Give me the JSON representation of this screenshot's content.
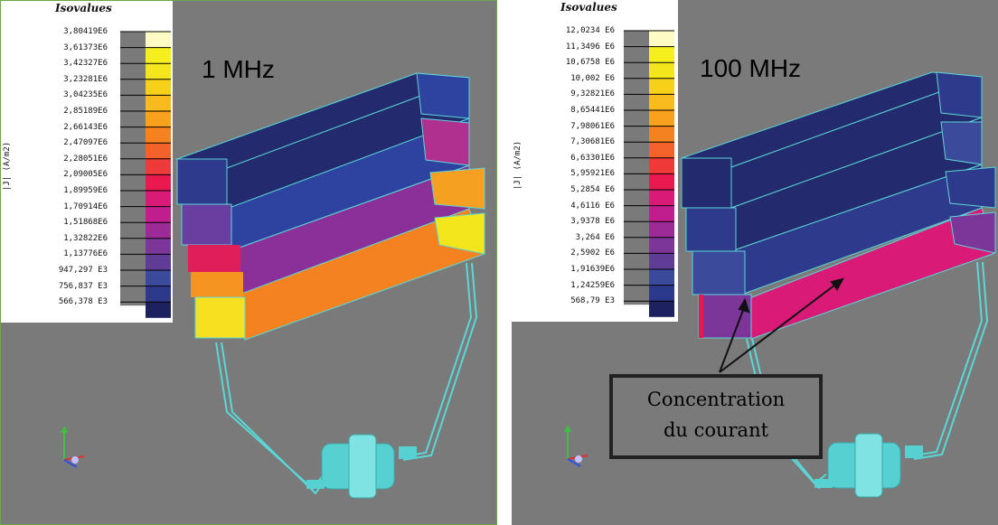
{
  "left": {
    "legend_title": "Isovalues",
    "unit": "|J| (A/m2)",
    "frequency": "1 MHz",
    "values": [
      "3,80419E6",
      "3,61373E6",
      "3,42327E6",
      "3,23281E6",
      "3,04235E6",
      "2,85189E6",
      "2,66143E6",
      "2,47097E6",
      "2,28051E6",
      "2,09005E6",
      "1,89959E6",
      "1,70914E6",
      "1,51868E6",
      "1,32822E6",
      "1,13776E6",
      "947,297  E3",
      "756,837  E3",
      "566,378  E3"
    ]
  },
  "right": {
    "legend_title": "Isovalues",
    "unit": "|J| (A/m2)",
    "frequency": "100 MHz",
    "values": [
      "12,0234 E6",
      "11,3496 E6",
      "10,6758 E6",
      "10,002  E6",
      "9,32821E6",
      "8,65441E6",
      "7,98061E6",
      "7,30681E6",
      "6,63301E6",
      "5,95921E6",
      "5,2854 E6",
      "4,6116 E6",
      "3,9378 E6",
      "3,264  E6",
      "2,5902 E6",
      "1,91639E6",
      "1,24259E6",
      "568,79  E3"
    ]
  },
  "annotation": {
    "line1": "Concentration",
    "line2": "du courant"
  },
  "colors": {
    "background": "#7a7a7a",
    "scale": [
      "#fffbc4",
      "#f5ef1e",
      "#f4e61c",
      "#f7d01a",
      "#f8bb1d",
      "#f7a11f",
      "#f58220",
      "#f2622a",
      "#ee3b3a",
      "#e9184f",
      "#d91a77",
      "#c01e8e",
      "#9c2b97",
      "#7c3598",
      "#5f3c96",
      "#3c4a9c",
      "#2d3a8c",
      "#1e2160"
    ],
    "mesh": "#5ad7d7",
    "dark_blue": "#232a6e"
  }
}
